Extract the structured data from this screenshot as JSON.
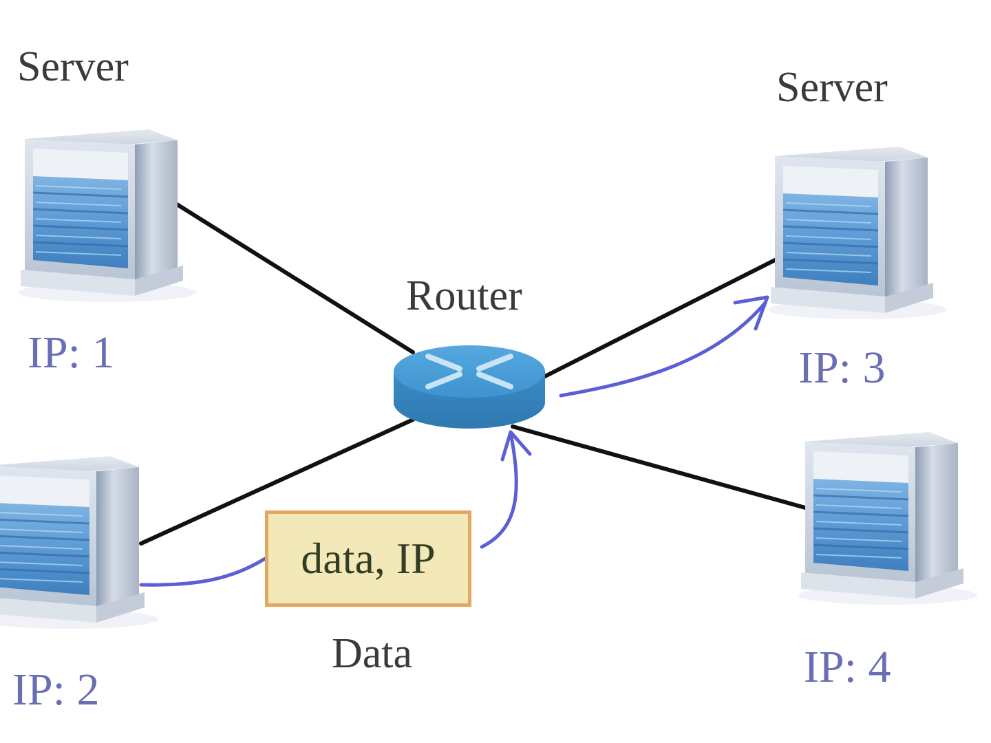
{
  "diagram": {
    "nodes": {
      "server1": {
        "title": "Server",
        "ip": "IP: 1"
      },
      "server2": {
        "title": "",
        "ip": "IP: 2"
      },
      "server3": {
        "title": "Server",
        "ip": "IP: 3"
      },
      "server4": {
        "title": "",
        "ip": "IP: 4"
      },
      "router": {
        "title": "Router"
      }
    },
    "packet": {
      "content": "data, IP",
      "caption": "Data"
    },
    "colors": {
      "link": "#111111",
      "flow_arrow": "#5a5fd6",
      "ip_label": "#6a6fb4",
      "router": "#3f93cf",
      "packet_fill": "#f3e9b8",
      "packet_border": "#e2a862"
    },
    "edges": [
      {
        "from": "server1",
        "to": "router"
      },
      {
        "from": "server2",
        "to": "router"
      },
      {
        "from": "router",
        "to": "server3"
      },
      {
        "from": "router",
        "to": "server4"
      }
    ],
    "flow": [
      {
        "from": "server2",
        "to": "router",
        "via": "packet"
      },
      {
        "from": "router",
        "to": "server3"
      }
    ]
  }
}
